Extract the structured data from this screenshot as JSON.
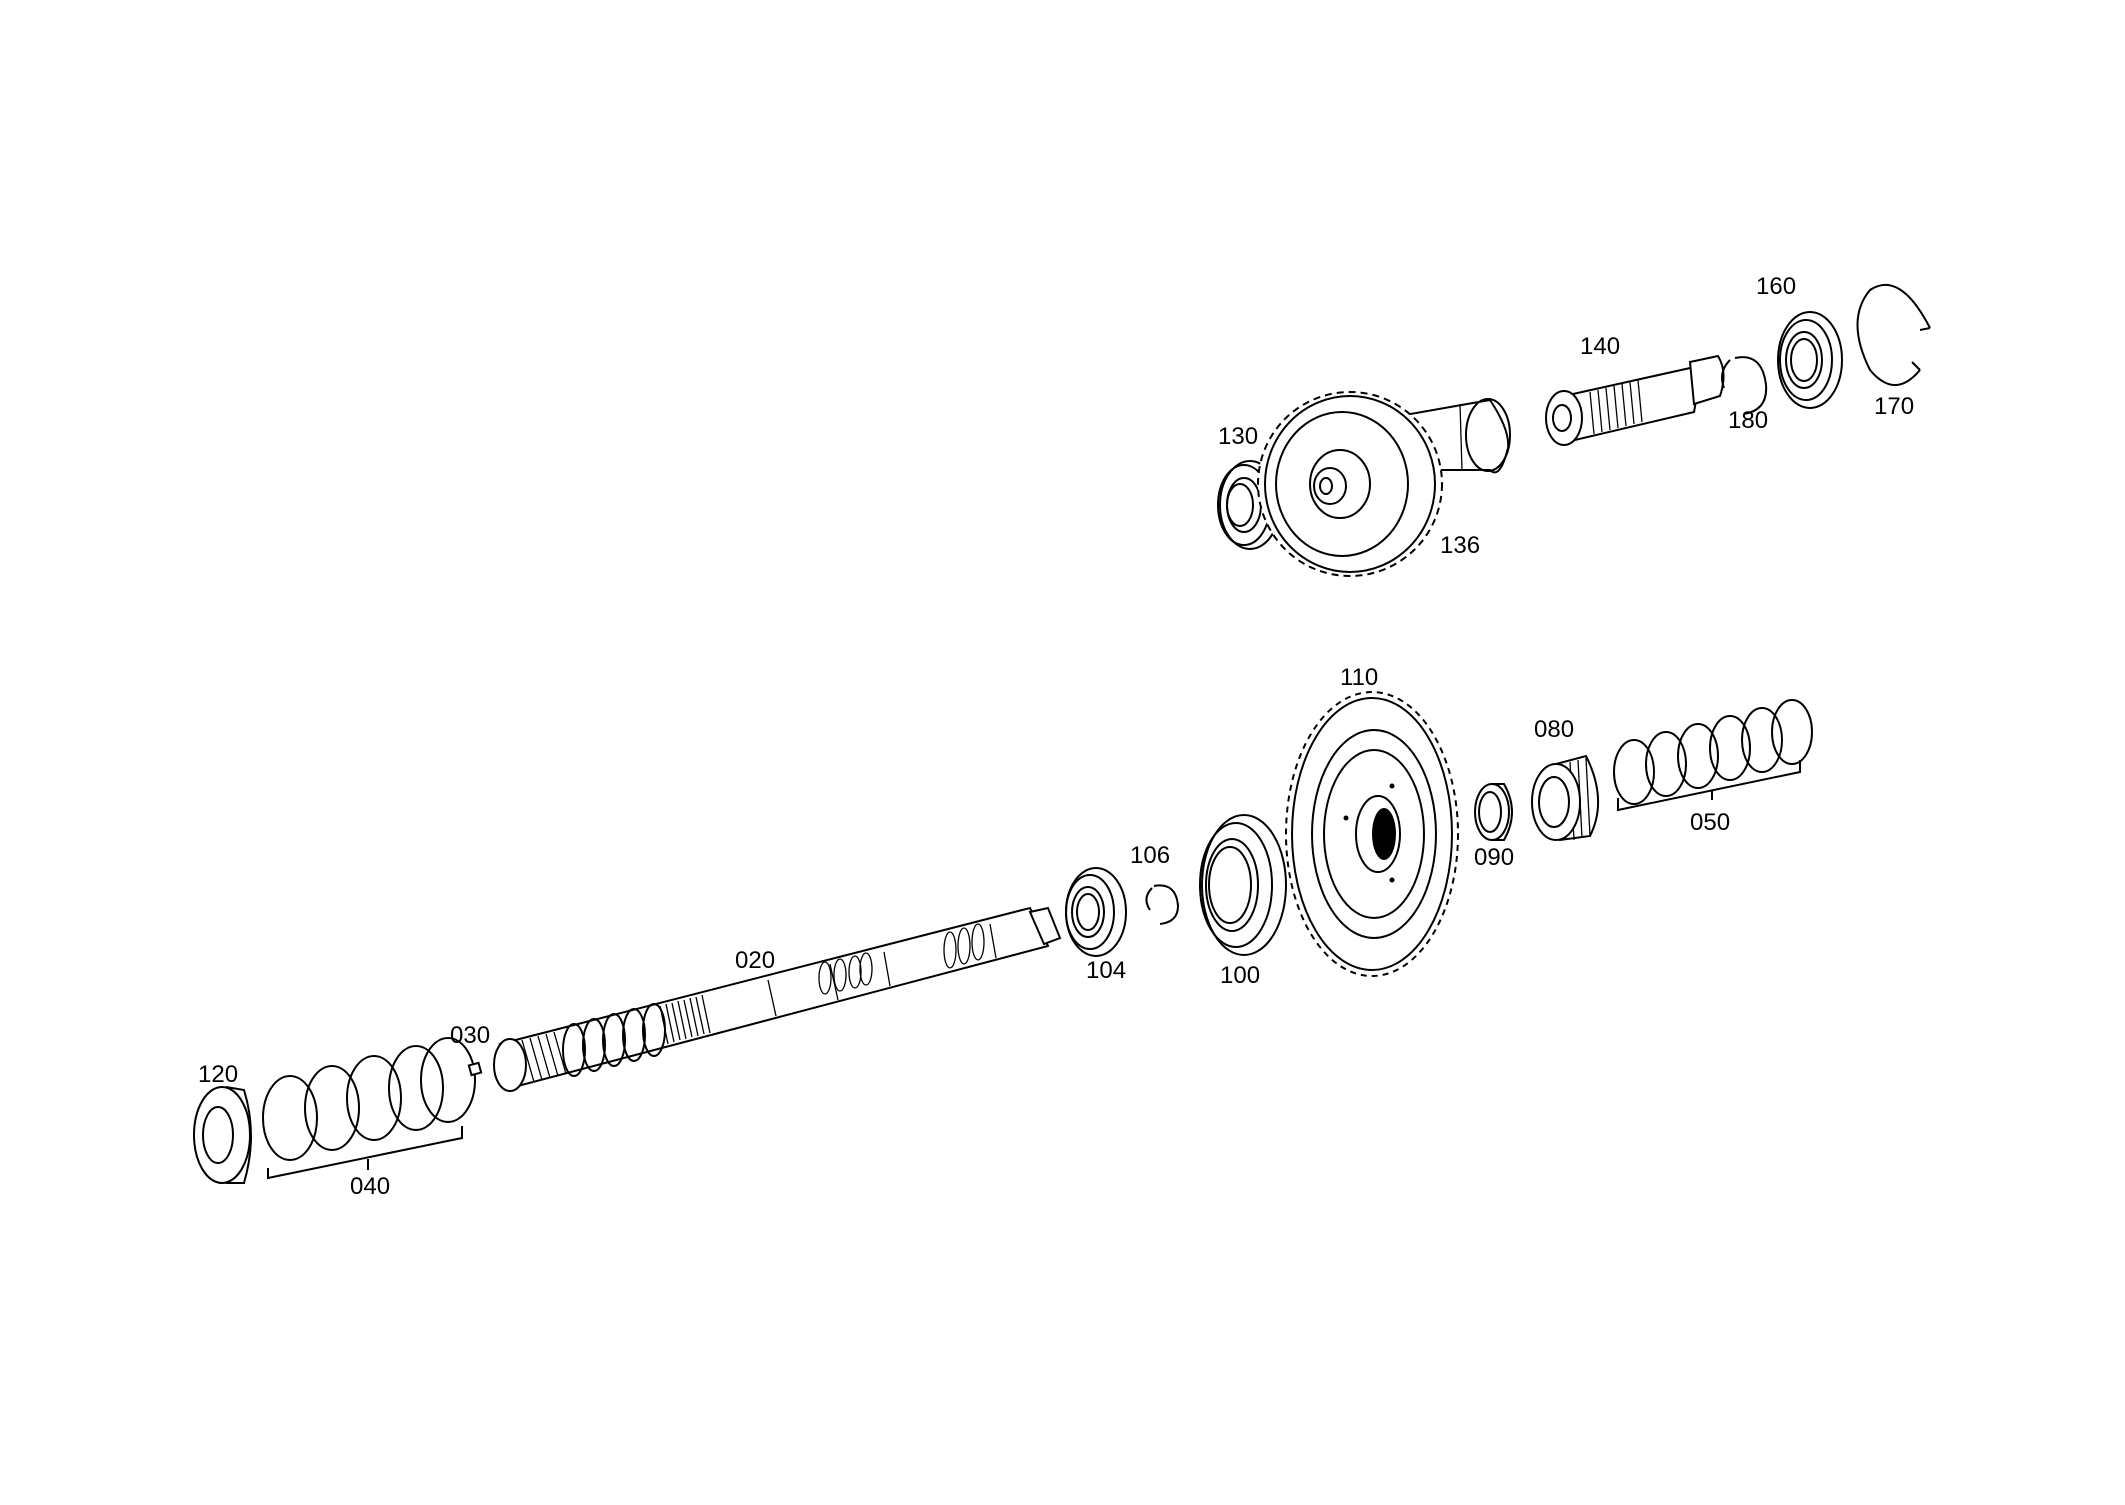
{
  "diagram": {
    "callouts": {
      "p020": "020",
      "p030": "030",
      "p040": "040",
      "p050": "050",
      "p080": "080",
      "p090": "090",
      "p100": "100",
      "p104": "104",
      "p106": "106",
      "p110": "110",
      "p120": "120",
      "p130": "130",
      "p136": "136",
      "p140": "140",
      "p160": "160",
      "p170": "170",
      "p180": "180"
    }
  }
}
